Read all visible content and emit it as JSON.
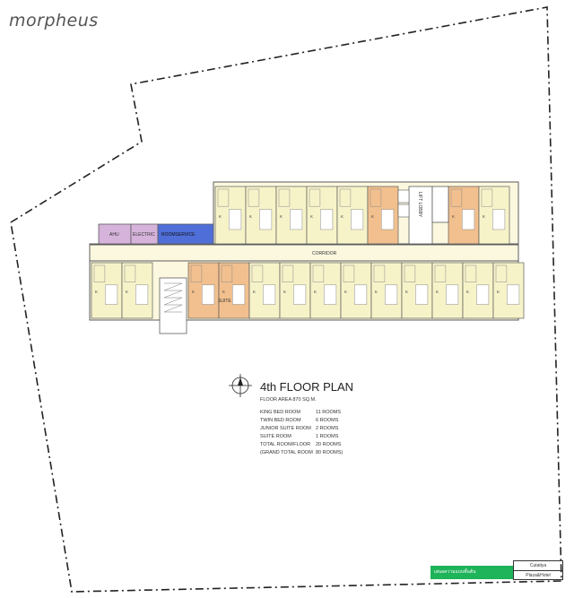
{
  "brand": {
    "logo_text": "morpheus"
  },
  "plan": {
    "title": "4th FLOOR PLAN",
    "floor_area": "FLOOR AREA 870 SQ.M.",
    "stats": [
      {
        "label": "KING BED ROOM",
        "value": "11 ROOMS"
      },
      {
        "label": "TWIN BED ROOM",
        "value": "6 ROOMS"
      },
      {
        "label": "JUNIOR SUITE ROOM",
        "value": "2 ROOMS"
      },
      {
        "label": "SUITE ROOM",
        "value": "1 ROOMS"
      },
      {
        "label": "TOTAL ROOM/FLOOR",
        "value": "20 ROOMS"
      },
      {
        "label": "(GRAND TOTAL ROOM",
        "value": "80 ROOMS)"
      }
    ],
    "labels": {
      "ahu": "AHU",
      "electric": "ELECTRIC",
      "roomservice": "ROOMSERVICE",
      "corridor": "CORRIDOR",
      "lift_lobby": "LIFT LOBBY",
      "suite": "SUITE",
      "king": "K"
    }
  },
  "title_block": {
    "green_text": "เสนอความแบบชั้นต้น",
    "project_line1": "Cutatiya",
    "project_line2": "Plaza&Hotel"
  },
  "colors": {
    "room": "#f7f3c9",
    "suite": "#f2c08e",
    "service_pink": "#d6b3db",
    "service_blue": "#4f6ed8",
    "wall": "#5c5c5c"
  }
}
